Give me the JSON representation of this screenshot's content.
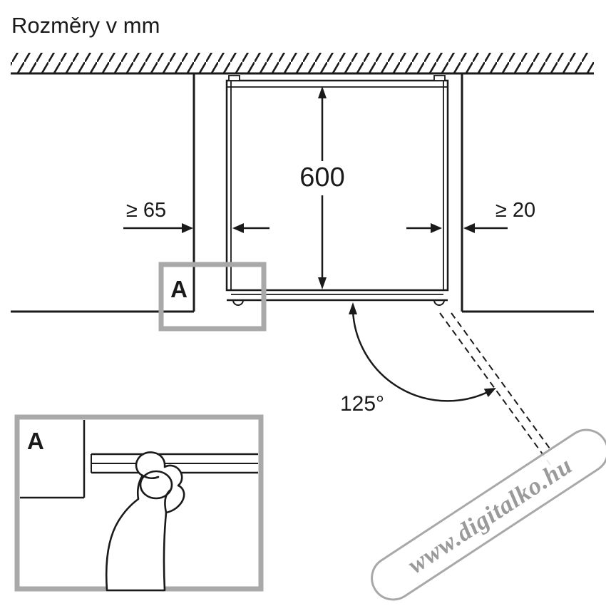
{
  "title": "Rozměry v mm",
  "dimensions": {
    "depth": "600",
    "left_clearance": "≥ 65",
    "right_clearance": "≥ 20",
    "door_angle": "125°"
  },
  "detail": {
    "marker": "A",
    "box_label": "A"
  },
  "watermark": "www.digitalko.hu",
  "colors": {
    "line": "#1a1a1a",
    "detail_gray": "#a9a9a9",
    "watermark_gray": "#9a9a9a",
    "background": "#ffffff"
  }
}
